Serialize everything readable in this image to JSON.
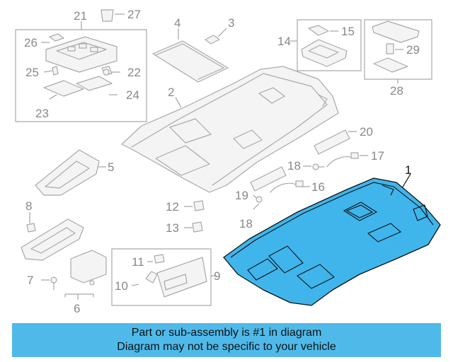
{
  "callouts": {
    "c1": "1",
    "c2": "2",
    "c3": "3",
    "c4": "4",
    "c5": "5",
    "c6": "6",
    "c7": "7",
    "c8": "8",
    "c9": "9",
    "c10": "10",
    "c11": "11",
    "c12": "12",
    "c13": "13",
    "c14": "14",
    "c15": "15",
    "c16": "16",
    "c17": "17",
    "c18": "18",
    "c19": "19",
    "c20": "20",
    "c21": "21",
    "c22": "22",
    "c23": "23",
    "c24": "24",
    "c25": "25",
    "c26": "26",
    "c27": "27",
    "c28": "28",
    "c29": "29"
  },
  "colors": {
    "highlight_part": "#3fb5ec",
    "banner": "#4fbaea",
    "line_art": "#a9a9a9"
  },
  "banner": {
    "line1": "Part or sub-assembly is #1 in diagram",
    "line2": "Diagram may not be specific to your vehicle"
  }
}
